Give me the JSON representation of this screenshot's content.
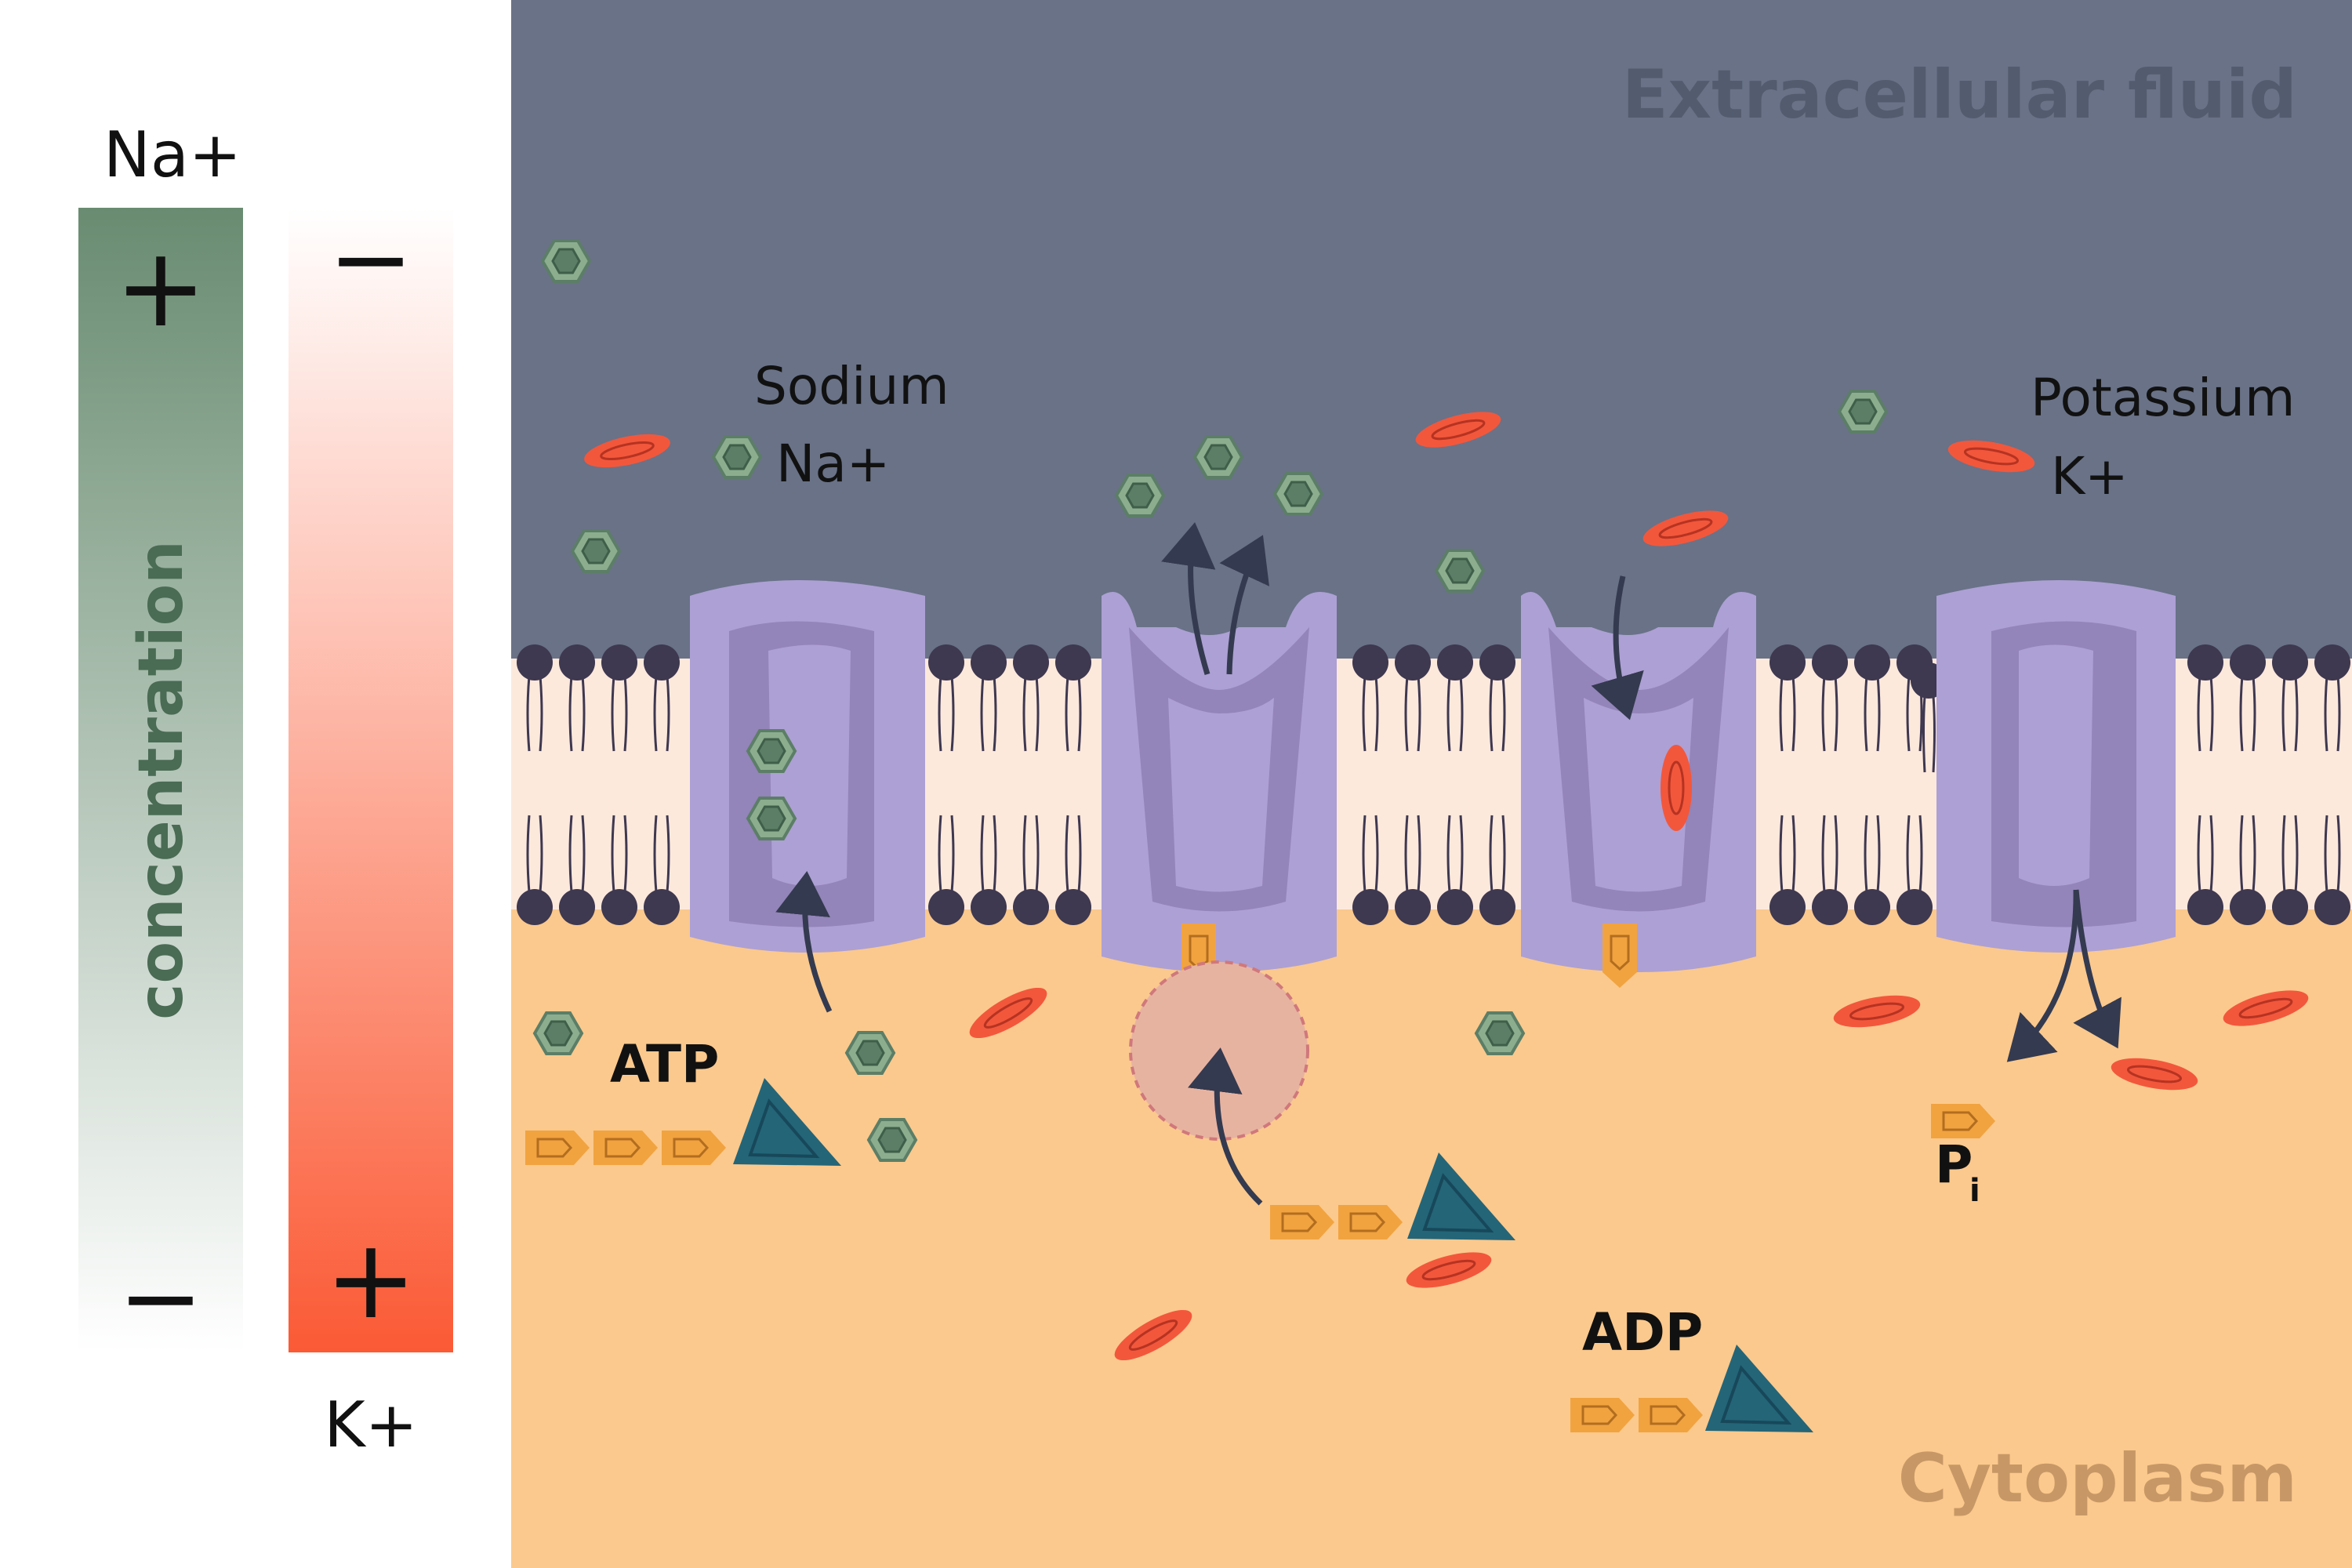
{
  "diagram": {
    "regions": {
      "extracellular": "Extracellular fluid",
      "cytoplasm": "Cytoplasm"
    },
    "gradient_scale": {
      "na_label": "Na+",
      "na_high": "+",
      "na_low": "−",
      "k_label": "K+",
      "k_high": "+",
      "k_low": "−",
      "axis_label": "concentration"
    },
    "legend": {
      "sodium_name": "Sodium",
      "sodium_symbol": "Na+",
      "potassium_name": "Potassium",
      "potassium_symbol": "K+"
    },
    "molecules": {
      "atp": "ATP",
      "adp": "ADP",
      "pi": "P",
      "pi_subscript": "i"
    },
    "colors": {
      "extracellular": "#697287",
      "cytoplasm": "#fbc98d",
      "membrane_core": "#fde9dc",
      "lipid_head": "#3e3850",
      "protein": "#ada0d4",
      "protein_inner": "#9384b9",
      "sodium_ion": "#5c7e67",
      "potassium_ion": "#f2573c",
      "phosphate": "#e59b3a",
      "atp_triangle": "#246578",
      "arrow": "#343a4f",
      "na_bar_top": "#698c71",
      "k_bar_bottom": "#fb5a35"
    }
  }
}
